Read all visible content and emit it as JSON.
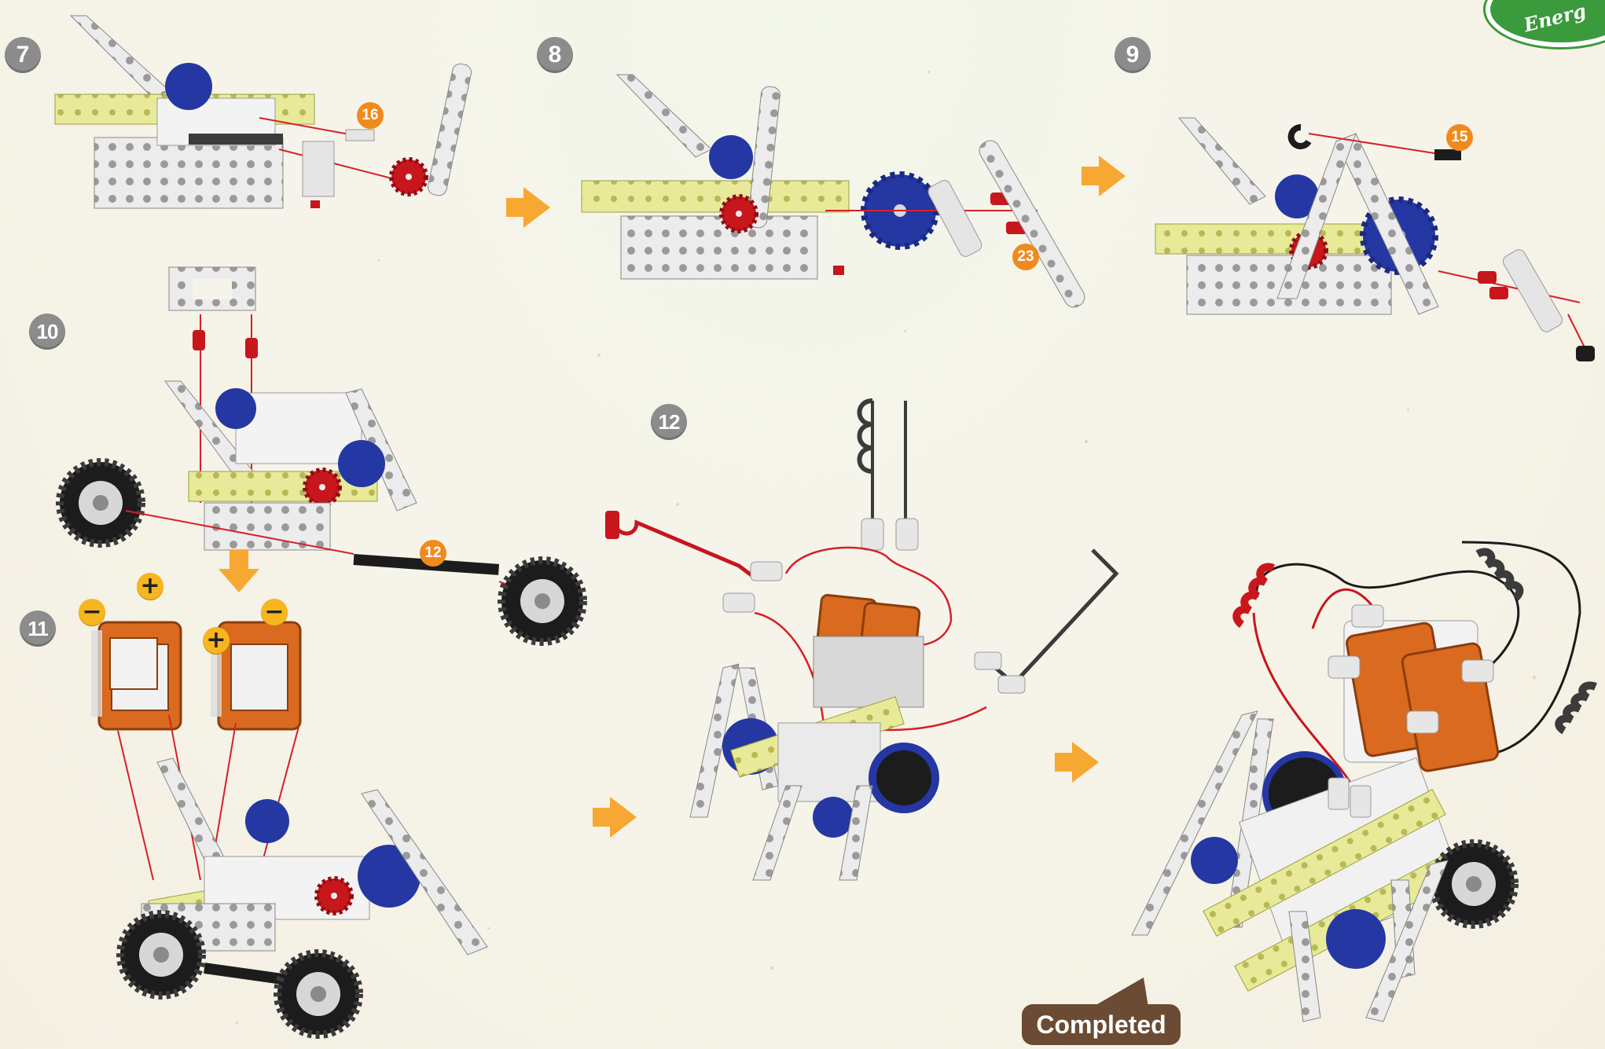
{
  "steps": {
    "s7": "7",
    "s8": "8",
    "s9": "9",
    "s10": "10",
    "s11": "11",
    "s12": "12"
  },
  "part_quantities": {
    "q16": "16",
    "q23": "23",
    "q15": "15",
    "q12": "12"
  },
  "battery_signs": {
    "minus": "−",
    "plus": "+"
  },
  "completed_label": "Completed",
  "logo_text": "Energ",
  "colors": {
    "badge": "#8c8c8c",
    "quantity": "#f08a1c",
    "arrow": "#f7a832",
    "sign": "#f7b51e",
    "completed_bg": "#6b4b33",
    "beam_white": "#e9e9e9",
    "beam_yellow": "#e8ea9a",
    "gear_blue": "#2437a3",
    "gear_red": "#c8161d",
    "battery_orange": "#d96a1f",
    "guide_line": "#d62027",
    "logo_green": "#3a9a3c"
  },
  "icons": [
    "arrow-right-icon",
    "arrow-down-icon",
    "wheel-icon",
    "gear-icon",
    "battery-box-icon",
    "spring-wire-icon"
  ]
}
